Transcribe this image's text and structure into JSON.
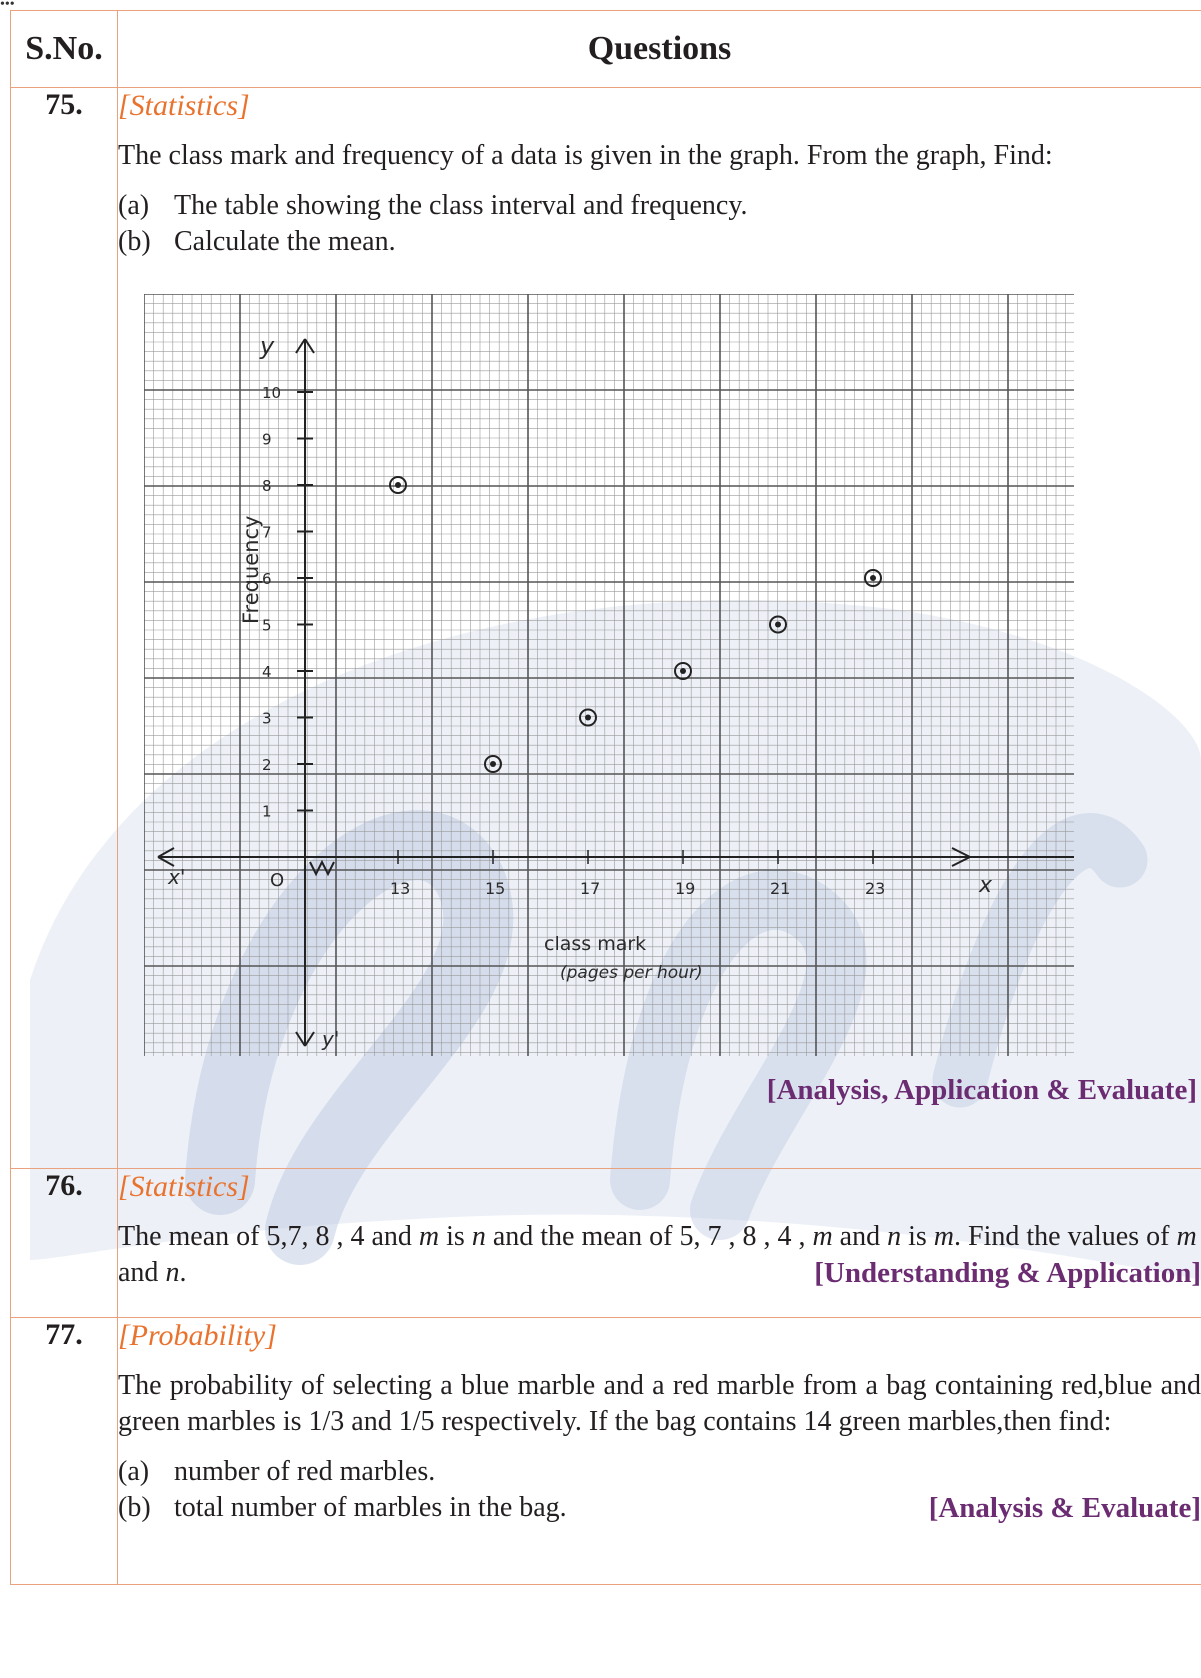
{
  "table": {
    "headers": [
      "S.No.",
      "Questions"
    ],
    "rows": [
      {
        "number": "75.",
        "topic": "[Statistics]",
        "question": "The class mark and frequency of a data is given in the graph. From the graph, Find:",
        "parts": [
          {
            "label": "(a)",
            "text": "The table showing the class interval and frequency."
          },
          {
            "label": "(b)",
            "text": "Calculate the mean."
          }
        ],
        "tag": "[Analysis, Application & Evaluate]"
      },
      {
        "number": "76.",
        "topic": "[Statistics]",
        "tag": "[Understanding & Application]"
      },
      {
        "number": "77.",
        "topic": "[Probability]",
        "question": "The probability of selecting a blue marble and a red marble from a bag containing red,blue and green marbles is 1/3 and 1/5 respectively. If the bag contains 14 green marbles,then find:",
        "parts": [
          {
            "label": "(a)",
            "text": "number of red marbles."
          },
          {
            "label": "(b)",
            "text": "total number of marbles in the bag."
          }
        ],
        "tag": "[Analysis & Evaluate]"
      }
    ]
  },
  "q76": {
    "t1": "The mean of 5,7, 8 , 4 and ",
    "m1": "m",
    "t2": " is ",
    "n1": "n",
    "t3": " and the mean of 5, 7 , 8 , 4 , ",
    "m2": "m",
    "t4": " and ",
    "n2": "n",
    "t5": " is ",
    "m3": "m",
    "t6": ". Find the values of ",
    "m4": "m",
    "t7": " and ",
    "n3": "n",
    "t8": "."
  },
  "graph": {
    "y_axis_label": "Frequency",
    "y_arrow_label": "y",
    "x_axis_label": "class mark",
    "x_axis_sub_label": "(pages per hour)",
    "x_neg_label": "x'",
    "x_pos_label": "x",
    "y_neg_label": "y'",
    "origin_label": "O",
    "x_ticks": [
      "13",
      "15",
      "17",
      "19",
      "21",
      "23"
    ],
    "y_ticks": [
      "1",
      "2",
      "3",
      "4",
      "5",
      "6",
      "7",
      "8",
      "9",
      "10"
    ],
    "points": [
      {
        "x": 13,
        "y": 8
      },
      {
        "x": 15,
        "y": 2
      },
      {
        "x": 17,
        "y": 3
      },
      {
        "x": 19,
        "y": 4
      },
      {
        "x": 21,
        "y": 5
      },
      {
        "x": 23,
        "y": 6
      }
    ]
  }
}
